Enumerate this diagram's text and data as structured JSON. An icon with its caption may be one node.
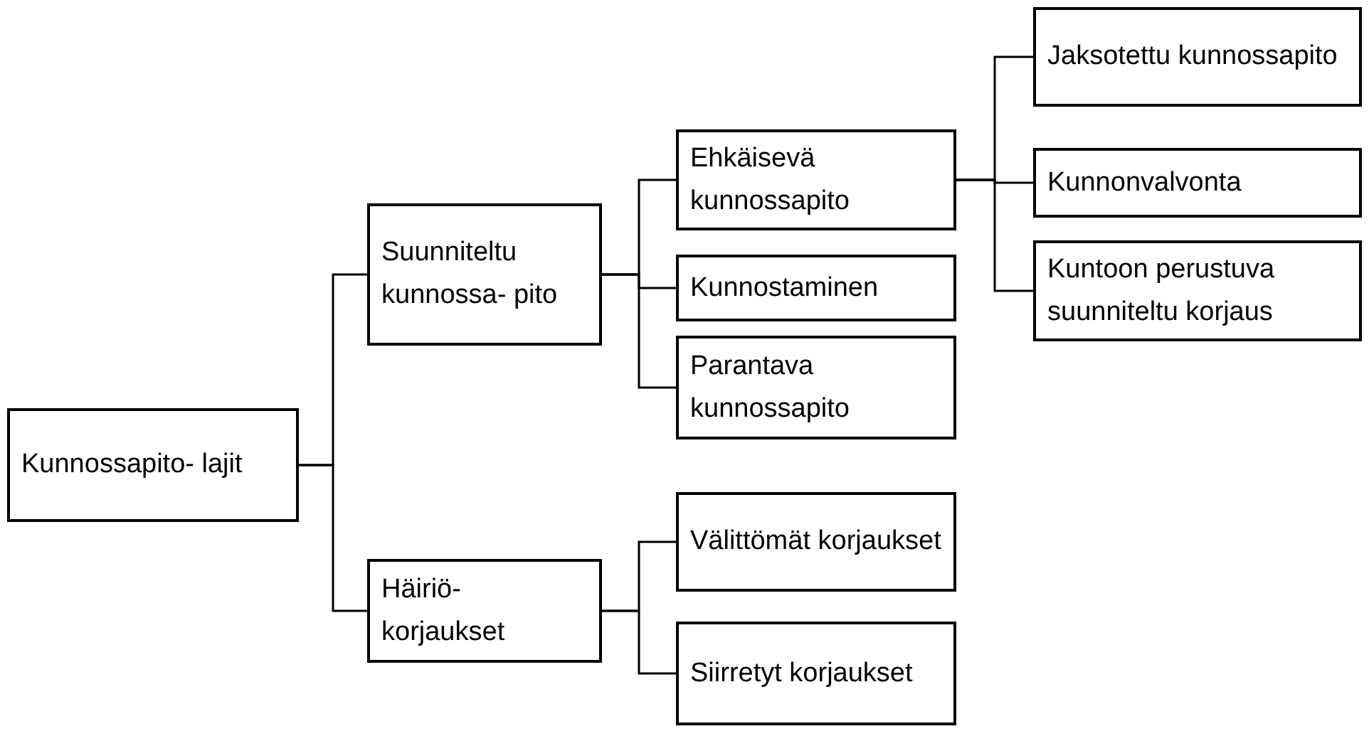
{
  "diagram": {
    "nodes": [
      {
        "text": [
          "Kunnossapito- lajit"
        ]
      },
      {
        "text": [
          "Suunniteltu kunnossa- pito"
        ]
      },
      {
        "text": [
          "Häiriö- korjaukset"
        ]
      },
      {
        "text": [
          "Ehkäisevä kunnossapito"
        ]
      },
      {
        "text": [
          "Kunnostaminen"
        ]
      },
      {
        "text": [
          "Parantava kunnossapito"
        ]
      },
      {
        "text": [
          "Välittömät korjaukset"
        ]
      },
      {
        "text": [
          "Siirretyt korjaukset"
        ]
      },
      {
        "text": [
          "Jaksotettu kunnossapito"
        ]
      },
      {
        "text": [
          "Kunnonvalvonta"
        ]
      },
      {
        "text": [
          "Kuntoon perustuva suunniteltu korjaus"
        ]
      }
    ],
    "edges": [
      {
        "from": 0,
        "to": 1,
        "arrow": "none"
      },
      {
        "from": 0,
        "to": 2,
        "arrow": "none"
      },
      {
        "from": 1,
        "to": 3,
        "arrow": "none"
      },
      {
        "from": 1,
        "to": 4,
        "arrow": "none"
      },
      {
        "from": 1,
        "to": 5,
        "arrow": "none"
      },
      {
        "from": 2,
        "to": 6,
        "arrow": "none"
      },
      {
        "from": 2,
        "to": 7,
        "arrow": "none"
      },
      {
        "from": 3,
        "to": 8,
        "arrow": "none"
      },
      {
        "from": 3,
        "to": 9,
        "arrow": "none"
      },
      {
        "from": 3,
        "to": 10,
        "arrow": "none"
      }
    ]
  }
}
